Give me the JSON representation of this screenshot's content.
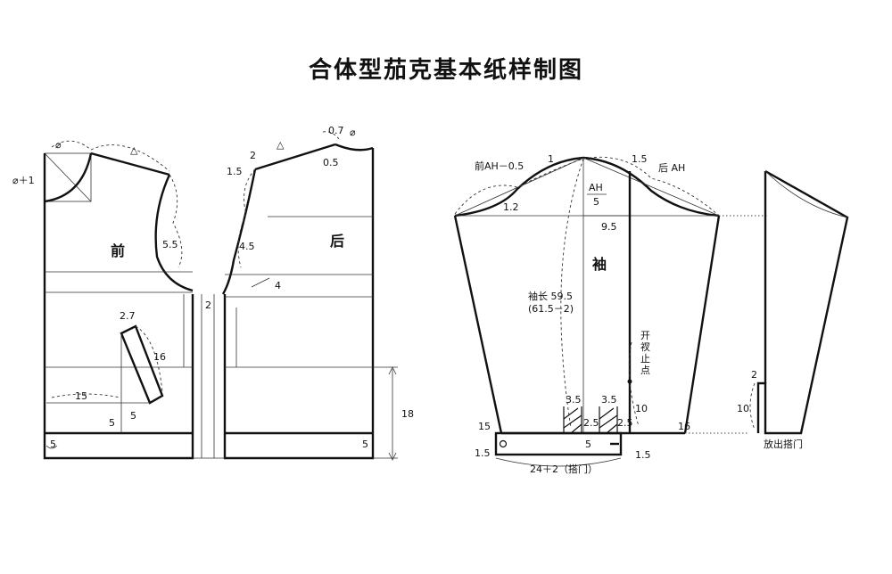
{
  "title": "合体型茄克基本纸样制图",
  "front": {
    "name": "前",
    "sym_circle": "⌀",
    "sym_circle_plus": "⌀＋1",
    "sym_triangle": "△",
    "m_5_5": "5.5",
    "m_2_7": "2.7",
    "m_16": "16",
    "m_15": "15",
    "m_5a": "5",
    "m_5b": "5",
    "m_5c": "5",
    "m_2": "2"
  },
  "back": {
    "name": "后",
    "sym_circle": "⌀",
    "sym_triangle": "△",
    "m_0_7": "0.7",
    "m_0_5": "0.5",
    "m_2": "2",
    "m_1_5": "1.5",
    "m_4_5": "4.5",
    "m_4": "4",
    "m_5": "5",
    "m_18": "18"
  },
  "sleeve": {
    "name": "袖",
    "front_ah": "前AH－0.5",
    "back_ah": "后 AH",
    "m_1": "1",
    "m_1_5": "1.5",
    "m_1_2": "1.2",
    "ah_num": "AH",
    "ah_den": "5",
    "m_9_5": "9.5",
    "length_line1": "袖长 59.5",
    "length_line2": "(61.5－2)",
    "vent_c1": "开",
    "vent_c2": "衩",
    "vent_c3": "止",
    "vent_c4": "点",
    "m_3_5a": "3.5",
    "m_3_5b": "3.5",
    "m_2_5a": "2.5",
    "m_2_5b": "2.5",
    "m_10": "10",
    "m_15": "15",
    "m_16": "16",
    "m_5": "5",
    "cuff_m_1_5a": "1.5",
    "cuff_m_1_5b": "1.5",
    "cuff_width": "24＋2（搭门）"
  },
  "extension": {
    "m_2": "2",
    "m_10": "10",
    "label": "放出搭门"
  }
}
